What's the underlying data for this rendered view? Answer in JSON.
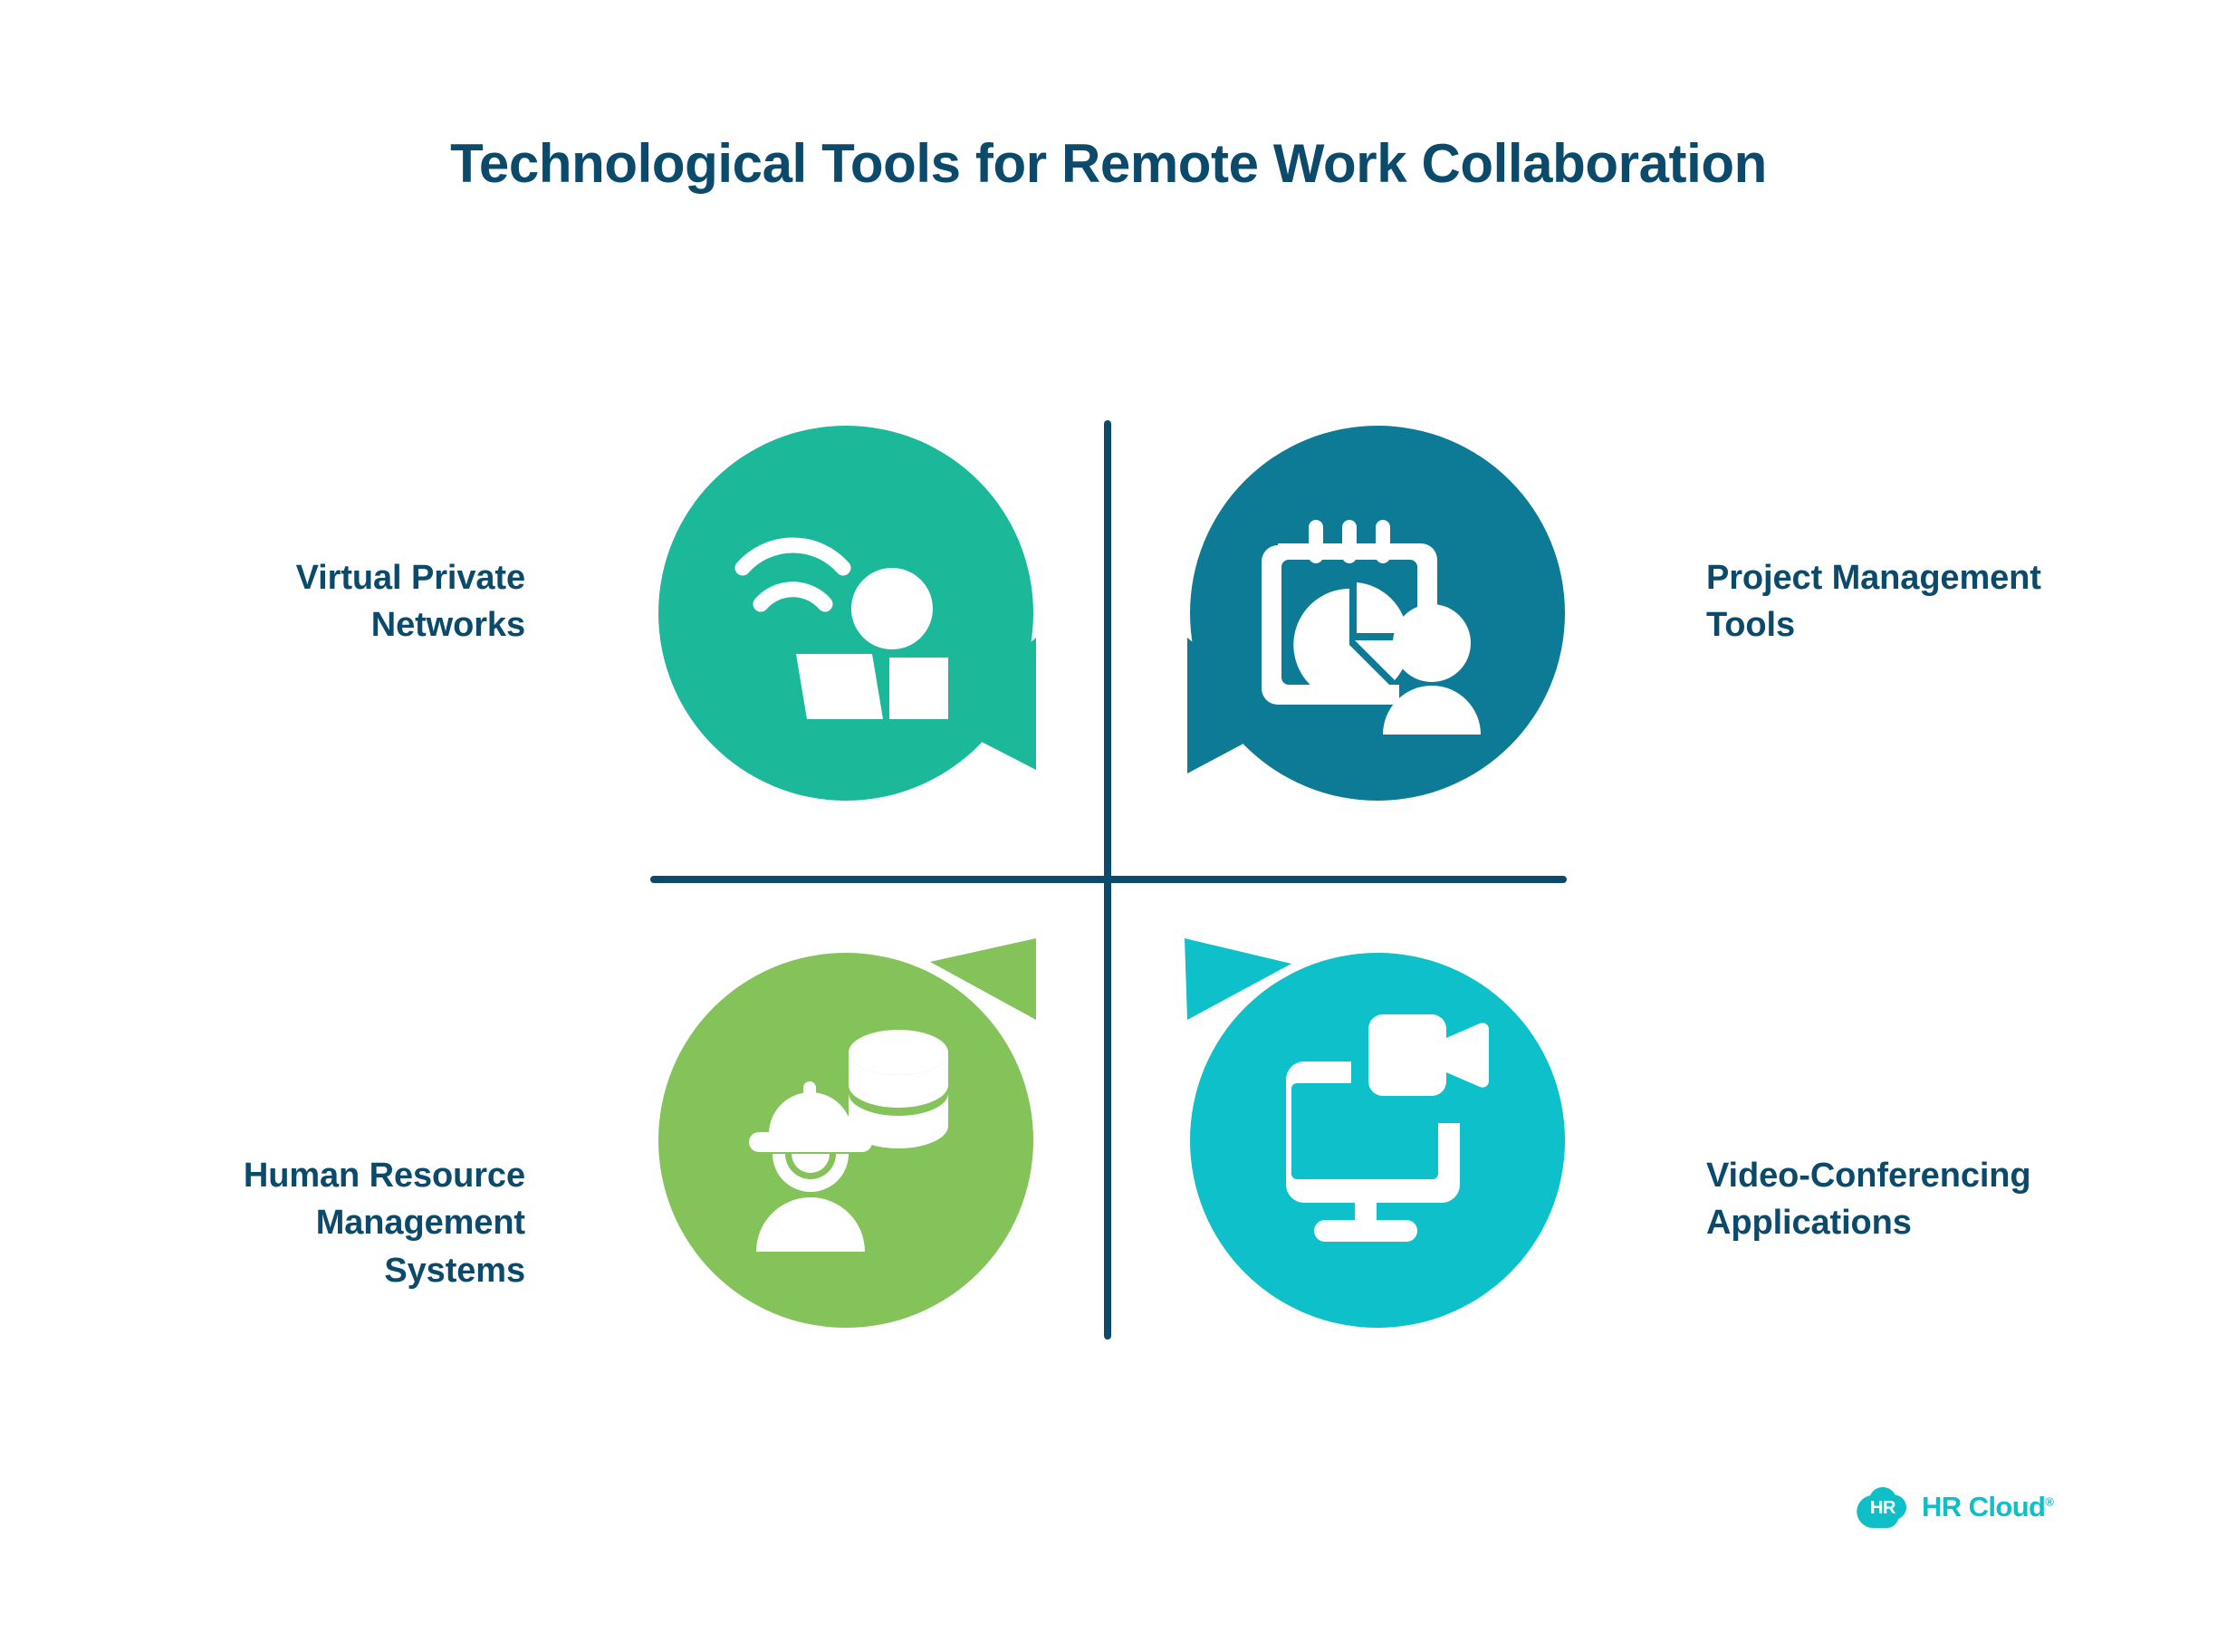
{
  "page": {
    "title": "Technological Tools for Remote Work Collaboration",
    "background_color": "#ffffff",
    "text_color": "#0b4a6b"
  },
  "divider": {
    "name": "quadrant-cross",
    "color": "#0b4a6b"
  },
  "quadrants": [
    {
      "id": "vpn",
      "position": "top-left",
      "label": "Virtual Private\nNetworks",
      "label_line1": "Virtual Private",
      "label_line2": "Networks",
      "label_align": "right",
      "bubble_color": "#1bb89a",
      "tail": "bottom-right",
      "icon_name": "vpn-laptop-wifi-user-icon",
      "icon_parts": [
        "wifi-arcs",
        "user-head",
        "laptop",
        "user-body"
      ]
    },
    {
      "id": "project-management",
      "position": "top-right",
      "label": "Project Management\nTools",
      "label_line1": "Project Management",
      "label_line2": "Tools",
      "label_align": "left",
      "bubble_color": "#0e7b96",
      "tail": "bottom-left",
      "icon_name": "calendar-pie-chart-user-icon",
      "icon_parts": [
        "calendar",
        "pie-chart",
        "user"
      ]
    },
    {
      "id": "hrms",
      "position": "bottom-left",
      "label": "Human Resource\nManagement\nSystems",
      "label_line1": "Human Resource",
      "label_line2": "Management",
      "label_line3": "Systems",
      "label_align": "right",
      "bubble_color": "#84c25a",
      "tail": "top-right",
      "icon_name": "worker-database-icon",
      "icon_parts": [
        "hard-hat-worker",
        "database-stack"
      ]
    },
    {
      "id": "video-conferencing",
      "position": "bottom-right",
      "label": "Video-Conferencing\nApplications",
      "label_line1": "Video-Conferencing",
      "label_line2": "Applications",
      "label_align": "left",
      "bubble_color": "#0dc0c9",
      "tail": "top-left",
      "icon_name": "monitor-video-camera-icon",
      "icon_parts": [
        "monitor",
        "video-camera"
      ]
    }
  ],
  "logo": {
    "mark_text": "HR",
    "word": "HR Cloud",
    "registered": "®",
    "color": "#0fbfc7"
  }
}
